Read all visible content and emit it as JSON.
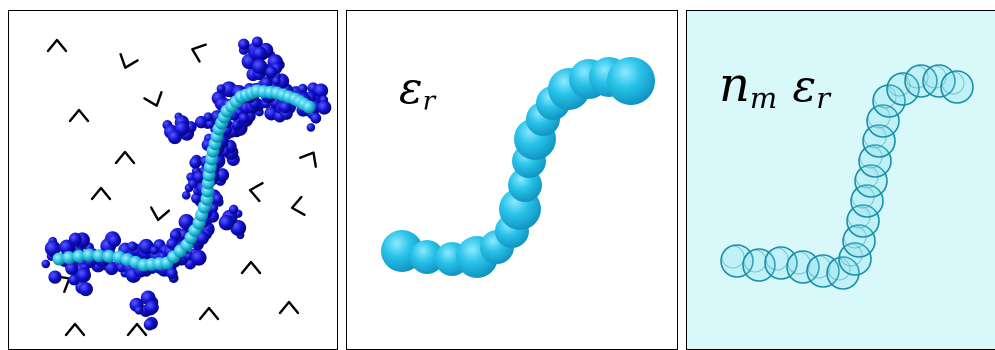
{
  "panels": [
    {
      "id": "all-atom",
      "label": ""
    },
    {
      "id": "implicit-solvent",
      "label_main": "ε",
      "label_sub": "r"
    },
    {
      "id": "mean-field",
      "label_n": "n",
      "label_n_sub": "m",
      "label_e": "ε",
      "label_e_sub": "r"
    }
  ],
  "colors": {
    "dark_blue": "#1212d8",
    "cyan": "#23c4e4",
    "bead_cyan": "#22bde6",
    "ghost_bead": "#1a8fa8",
    "panel3_bg": "#d8f8fa"
  },
  "icons": [
    "solvent-molecule-icon"
  ]
}
